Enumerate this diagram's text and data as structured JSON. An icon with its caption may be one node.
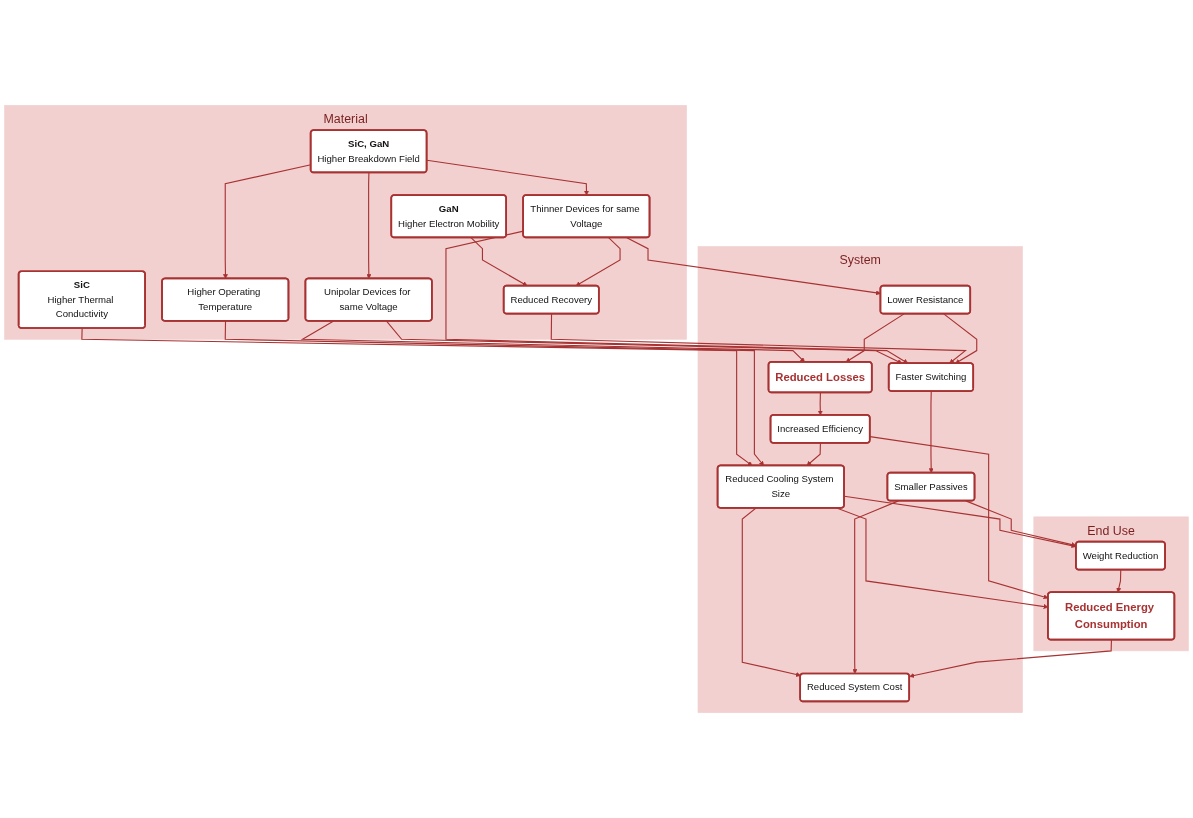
{
  "diagram": {
    "nodes": [
      {
        "text": [
          "Material"
        ]
      },
      {
        "text": [
          "SiC",
          "Higher Thermal Conductivity"
        ],
        "in": 0
      },
      {
        "text": [
          "SiC, GaN",
          "Higher Breakdown Field"
        ],
        "in": 0
      },
      {
        "text": [
          "GaN",
          "Higher Electron Mobility"
        ],
        "in": 0
      },
      {
        "text": [
          "Higher Operating Temperature"
        ],
        "in": 0
      },
      {
        "text": [
          "Unipolar Devices for same Voltage"
        ],
        "in": 0
      },
      {
        "text": [
          "Thinner Devices for same Voltage"
        ],
        "in": 0
      },
      {
        "text": [
          "Reduced Recovery"
        ],
        "in": 0
      },
      {
        "text": [
          "System"
        ]
      },
      {
        "text": [
          "Reduced Cooling System Size"
        ],
        "in": 8
      },
      {
        "text": [
          "Reduced Losses"
        ],
        "in": 8
      },
      {
        "text": [
          "Lower Resistance"
        ],
        "in": 8
      },
      {
        "text": [
          "Faster Switching"
        ],
        "in": 8
      },
      {
        "text": [
          "Increased Efficiency"
        ],
        "in": 8
      },
      {
        "text": [
          "Reduced System Cost"
        ],
        "in": 8
      },
      {
        "text": [
          "Smaller Passives"
        ],
        "in": 8
      },
      {
        "text": [
          "End Use"
        ]
      },
      {
        "text": [
          "Reduced Energy Consumption"
        ],
        "in": 16
      },
      {
        "text": [
          "Weight Reduction"
        ],
        "in": 16
      }
    ],
    "edges": [
      {
        "from": 1,
        "to": 9,
        "arrow": "to"
      },
      {
        "from": 2,
        "to": 4,
        "arrow": "to"
      },
      {
        "from": 2,
        "to": 5,
        "arrow": "to"
      },
      {
        "from": 2,
        "to": 6,
        "arrow": "to"
      },
      {
        "from": 3,
        "to": 7,
        "arrow": "to"
      },
      {
        "from": 6,
        "to": 7,
        "arrow": "to"
      },
      {
        "from": 4,
        "to": 9,
        "arrow": "to"
      },
      {
        "from": 5,
        "to": 10,
        "arrow": "to"
      },
      {
        "from": 5,
        "to": 12,
        "arrow": "to"
      },
      {
        "from": 6,
        "to": 11,
        "arrow": "to"
      },
      {
        "from": 6,
        "to": 12,
        "arrow": "to"
      },
      {
        "from": 7,
        "to": 12,
        "arrow": "to"
      },
      {
        "from": 11,
        "to": 10,
        "arrow": "to"
      },
      {
        "from": 11,
        "to": 12,
        "arrow": "to"
      },
      {
        "from": 10,
        "to": 13,
        "arrow": "to"
      },
      {
        "from": 12,
        "to": 15,
        "arrow": "to"
      },
      {
        "from": 9,
        "to": 14,
        "arrow": "to"
      },
      {
        "from": 13,
        "to": 9,
        "arrow": "to"
      },
      {
        "from": 15,
        "to": 14,
        "arrow": "to"
      },
      {
        "from": 9,
        "to": 17,
        "arrow": "to"
      },
      {
        "from": 9,
        "to": 18,
        "arrow": "to"
      },
      {
        "from": 13,
        "to": 17,
        "arrow": "to"
      },
      {
        "from": 17,
        "to": 14,
        "arrow": "to"
      },
      {
        "from": 15,
        "to": 18,
        "arrow": "to"
      },
      {
        "from": 18,
        "to": 17,
        "arrow": "to"
      }
    ]
  }
}
